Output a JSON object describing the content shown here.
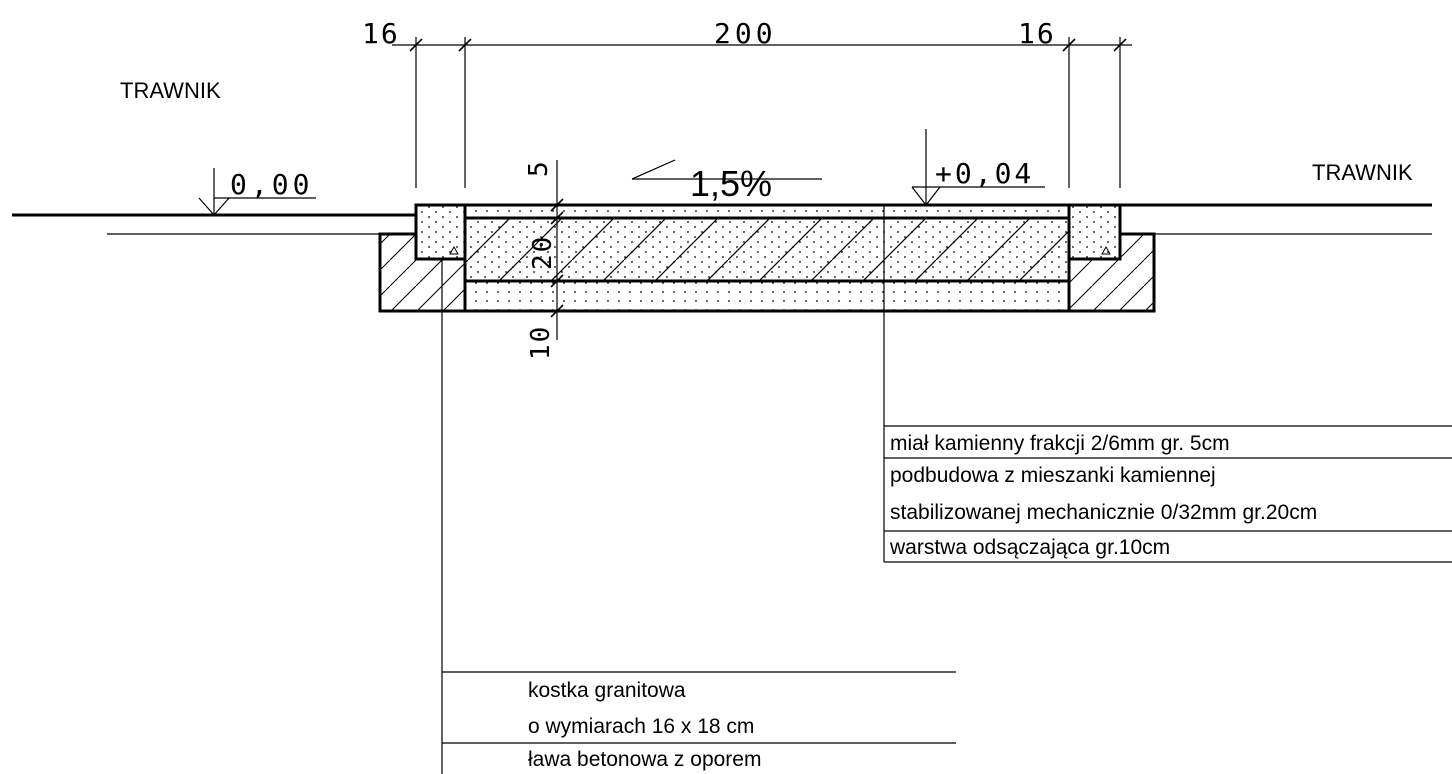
{
  "labels": {
    "lawn_left": "TRAWNIK",
    "lawn_right": "TRAWNIK",
    "slope": "1,5%",
    "level_left": "0,00",
    "level_right": "+0,04"
  },
  "dimensions": {
    "curb_left": "16",
    "path_width": "200",
    "curb_right": "16",
    "layer_top": "5",
    "layer_middle": "20",
    "layer_bottom": "10"
  },
  "legend_right": [
    "miał kamienny  frakcji 2/6mm gr. 5cm",
    "podbudowa z mieszanki kamiennej",
    "stabilizowanej mechanicznie  0/32mm gr.20cm",
    "warstwa odsączająca gr.10cm"
  ],
  "legend_left": [
    "kostka granitowa",
    "o wymiarach 16 x 18 cm",
    "ława betonowa z oporem"
  ]
}
